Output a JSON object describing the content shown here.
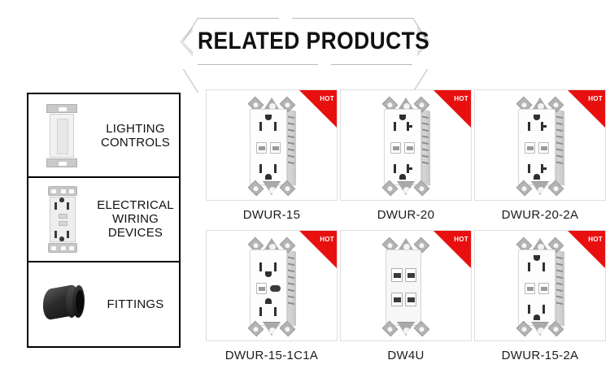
{
  "header": {
    "title": "RELATED PRODUCTS",
    "left_chevron_icon": "chevron-left-icon",
    "right_chevron_icon": "chevron-right-icon"
  },
  "sidebar": {
    "items": [
      {
        "label": "LIGHTING CONTROLS",
        "thumb_icon": "dimmer-switch-icon"
      },
      {
        "label": "ELECTRICAL WIRING DEVICES",
        "thumb_icon": "gfci-receptacle-icon"
      },
      {
        "label": "FITTINGS",
        "thumb_icon": "conduit-fitting-icon"
      }
    ]
  },
  "products": {
    "badge_label": "HOT",
    "items": [
      {
        "name": "DWUR-15",
        "style": "usb2a15",
        "badge": "HOT"
      },
      {
        "name": "DWUR-20",
        "style": "usb2a20",
        "badge": "HOT"
      },
      {
        "name": "DWUR-20-2A",
        "style": "usb2a20",
        "badge": "HOT"
      },
      {
        "name": "DWUR-15-1C1A",
        "style": "usb1c1a",
        "badge": "HOT"
      },
      {
        "name": "DW4U",
        "style": "usb4",
        "badge": "HOT"
      },
      {
        "name": "DWUR-15-2A",
        "style": "usb2a15",
        "badge": "HOT"
      }
    ]
  },
  "colors": {
    "badge_red": "#e8100f",
    "card_border": "#dedede",
    "sidebar_border": "#000000",
    "title_text": "#111111"
  }
}
